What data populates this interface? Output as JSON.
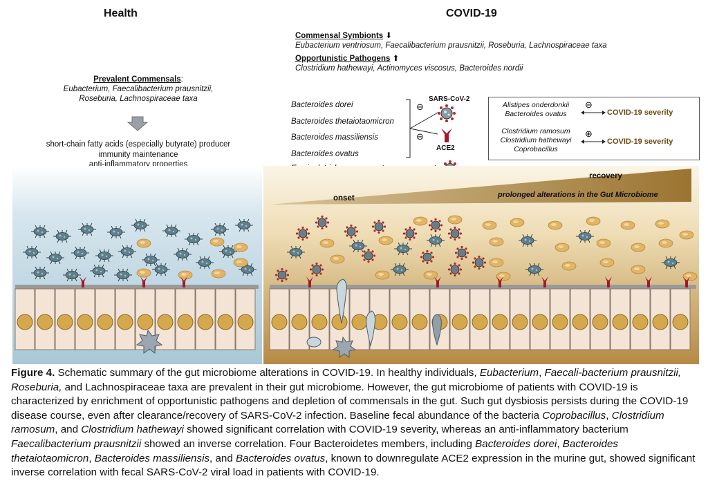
{
  "panels": {
    "health_title": "Health",
    "covid_title": "COVID-19"
  },
  "health": {
    "commensals_heading": "Prevalent Commensals",
    "commensals_colon": ":",
    "commensals_line1": "Eubacterium, Faecalibacterium prausnitzii,",
    "commensals_line2": "Roseburia, Lachnospiraceae taxa",
    "property1": "short-chain fatty acids (especially butyrate) producer",
    "property2": "immunity maintenance",
    "property3": "anti-inflammatory properties"
  },
  "covid": {
    "symbionts_heading": "Commensal Symbionts",
    "symbionts_arrow": "⬇",
    "symbionts_list": "Eubacterium ventriosum, Faecalibacterium prausnitzii, Roseburia, Lachnospiraceae taxa",
    "pathogens_heading": "Opportunistic Pathogens",
    "pathogens_arrow": "⬆",
    "pathogens_list": "Clostridium hathewayi, Actinomyces viscosus, Bacteroides nordii",
    "bacteroides": [
      "Bacteroides dorei",
      "Bacteroides thetaiotaomicron",
      "Bacteroides massiliensis",
      "Bacteroides ovatus"
    ],
    "sars_label": "SARS-CoV-2",
    "ace2_label": "ACE2",
    "erysip_label": "Erysipelotrichaceae",
    "minus_sign": "⊖",
    "plus_sign": "⊕",
    "neg_corr": [
      "Alistipes onderdonkii",
      "Bacteroides ovatus"
    ],
    "pos_corr": [
      "Clostridium ramosum",
      "Clostridium hathewayi",
      "Coprobacillus"
    ],
    "severity_label": "COVID-19 severity",
    "recovery_label": "recovery",
    "onset_label": "onset",
    "prolonged_label": "prolonged alterations in the Gut Microbiome"
  },
  "colors": {
    "health_bg": "#b9d3e0",
    "covid_bg": "#e6cf9e",
    "severity_text": "#6b4a10",
    "receptor": "#a3192a",
    "microbe": "#5f7f8c",
    "butyrate_microbe": "#e2b466"
  },
  "caption": {
    "figure_label": "Figure 4.",
    "t1": " Schematic summary of the gut microbiome alterations in COVID-19. In healthy individuals, ",
    "i1": "Eubacterium",
    "t2": ", ",
    "i2": "Faecali-bacterium prausnitzii, Roseburia,",
    "t3": " and Lachnospiraceae taxa are prevalent in their gut microbiome. However, the gut microbiome of patients with COVID-19 is characterized by enrichment of opportunistic pathogens and depletion of commensals in the gut. Such gut dysbiosis persists during the COVID-19 disease course, even after clearance/recovery of SARS-CoV-2 infection. Baseline fecal abundance of the bacteria ",
    "i3": "Coprobacillus",
    "t4": ", ",
    "i4": "Clostridium ramosum",
    "t5": ", and ",
    "i5": "Clostridium hathewayi",
    "t6": " showed significant correlation with COVID-19 severity, whereas an anti-inflammatory bacterium ",
    "i6": "Faecalibacterium prausnitzii",
    "t7": " showed an inverse correlation. Four Bacteroidetes members, including ",
    "i7": "Bacteroides dorei",
    "t8": ", ",
    "i8": "Bacteroides thetaiotaomicron",
    "t9": ", ",
    "i9": "Bacteroides massiliensis",
    "t10": ", and ",
    "i10": "Bacteroides ovatus",
    "t11": ", known to downregulate ACE2 expression in the murine gut, showed significant inverse correlation with fecal SARS-CoV-2 viral load in patients with COVID-19."
  }
}
